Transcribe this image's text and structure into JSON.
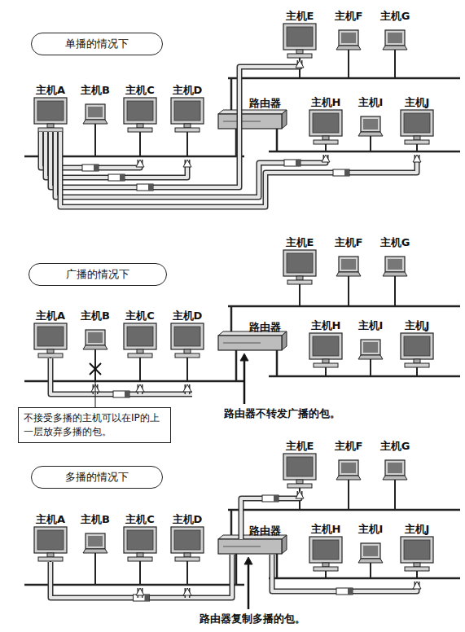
{
  "diagram": {
    "nodes": [
      {
        "text": [
          "单播的情况下"
        ]
      },
      {
        "text": [
          "广播的情况下"
        ]
      },
      {
        "text": [
          "不接受多播的主机可以在IP的上一层放弃多播的包。"
        ]
      },
      {
        "text": [
          "多播的情况下"
        ]
      }
    ],
    "labels": [
      "主机E",
      "主机F",
      "主机G",
      "主机A",
      "主机B",
      "主机C",
      "主机D",
      "路由器",
      "主机H",
      "主机I",
      "主机J",
      "主机E",
      "主机F",
      "主机G",
      "主机A",
      "主机B",
      "主机C",
      "主机D",
      "路由器",
      "主机H",
      "主机I",
      "主机J",
      "路由器不转发广播的包。",
      "主机E",
      "主机F",
      "主机G",
      "主机A",
      "主机B",
      "主机C",
      "主机D",
      "路由器",
      "主机H",
      "主机I",
      "主机J",
      "路由器复制多播的包。"
    ]
  }
}
